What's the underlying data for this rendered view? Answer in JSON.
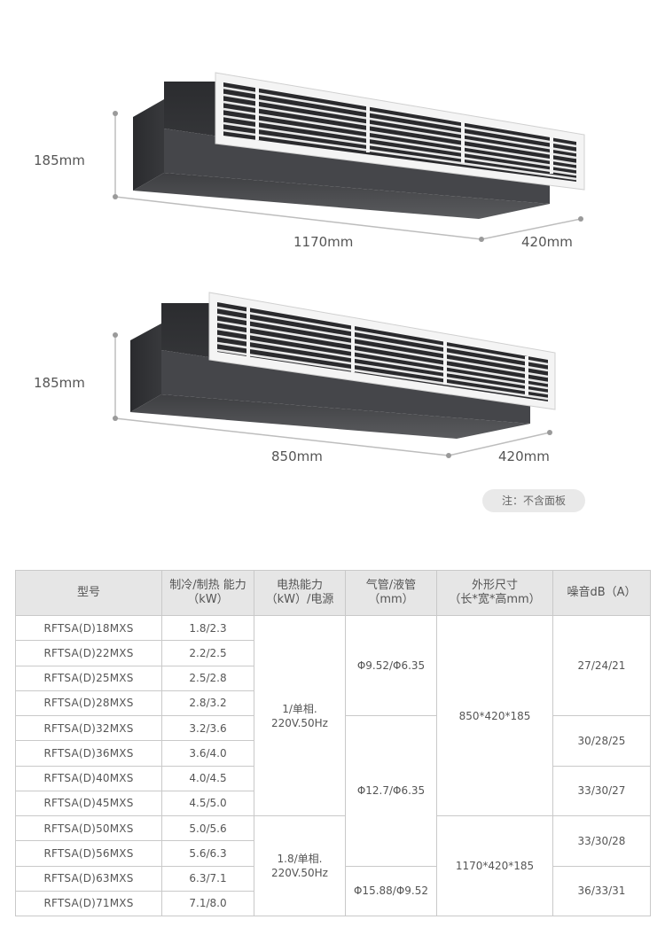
{
  "units": [
    {
      "height": "185mm",
      "length": "1170mm",
      "depth": "420mm"
    },
    {
      "height": "185mm",
      "length": "850mm",
      "depth": "420mm"
    }
  ],
  "note": "注：不含面板",
  "table": {
    "headers": [
      [
        "型号"
      ],
      [
        "制冷/制热 能力",
        "（kW）"
      ],
      [
        "电热能力",
        "（kW）/电源"
      ],
      [
        "气管/液管",
        "（mm）"
      ],
      [
        "外形尺寸",
        "（长*宽*高mm）"
      ],
      [
        "噪音dB（A）"
      ]
    ],
    "models": [
      "RFTSA(D)18MXS",
      "RFTSA(D)22MXS",
      "RFTSA(D)25MXS",
      "RFTSA(D)28MXS",
      "RFTSA(D)32MXS",
      "RFTSA(D)36MXS",
      "RFTSA(D)40MXS",
      "RFTSA(D)45MXS",
      "RFTSA(D)50MXS",
      "RFTSA(D)56MXS",
      "RFTSA(D)63MXS",
      "RFTSA(D)71MXS"
    ],
    "capacity": [
      "1.8/2.3",
      "2.2/2.5",
      "2.5/2.8",
      "2.8/3.2",
      "3.2/3.6",
      "3.6/4.0",
      "4.0/4.5",
      "4.5/5.0",
      "5.0/5.6",
      "5.6/6.3",
      "6.3/7.1",
      "7.1/8.0"
    ],
    "electric": [
      {
        "line1": "1/单相.",
        "line2": "220V.50Hz"
      },
      {
        "line1": "1.8/单相.",
        "line2": "220V.50Hz"
      }
    ],
    "pipes": [
      "Φ9.52/Φ6.35",
      "Φ12.7/Φ6.35",
      "Φ15.88/Φ9.52"
    ],
    "dimensions": [
      "850*420*185",
      "1170*420*185"
    ],
    "noise": [
      "27/24/21",
      "30/28/25",
      "33/30/27",
      "33/30/28",
      "36/33/31"
    ]
  }
}
